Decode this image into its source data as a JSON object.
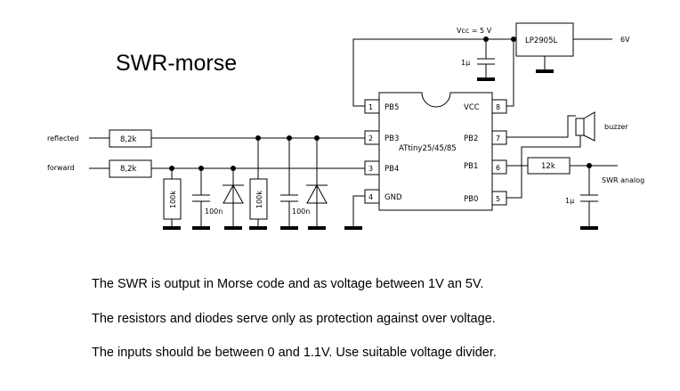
{
  "title": "SWR-morse",
  "ic": {
    "name": "ATtiny25/45/85",
    "pins_left": [
      {
        "num": "1",
        "label": "PB5"
      },
      {
        "num": "2",
        "label": "PB3"
      },
      {
        "num": "3",
        "label": "PB4"
      },
      {
        "num": "4",
        "label": "GND"
      }
    ],
    "pins_right": [
      {
        "num": "8",
        "label": "VCC"
      },
      {
        "num": "7",
        "label": "PB2"
      },
      {
        "num": "6",
        "label": "PB1"
      },
      {
        "num": "5",
        "label": "PB0"
      }
    ]
  },
  "regulator": {
    "name": "LP2905L",
    "input_label": "6V"
  },
  "vcc_label": "Vcc = 5 V",
  "inputs": {
    "reflected": "reflected",
    "forward": "forward"
  },
  "components": {
    "r_reflected": "8,2k",
    "r_forward": "8,2k",
    "r_div_forward": "100k",
    "r_div_reflected": "100k",
    "c_forward": "100n",
    "c_reflected": "100n",
    "c_vcc": "1µ",
    "r_out": "12k",
    "c_out": "1µ"
  },
  "buzzer_label": "buzzer",
  "output_label": "SWR analog",
  "notes": [
    "The SWR is output in Morse code and as voltage between 1V an 5V.",
    "The resistors and diodes serve only as protection against over voltage.",
    "The inputs should be between 0 and 1.1V. Use suitable voltage divider."
  ]
}
